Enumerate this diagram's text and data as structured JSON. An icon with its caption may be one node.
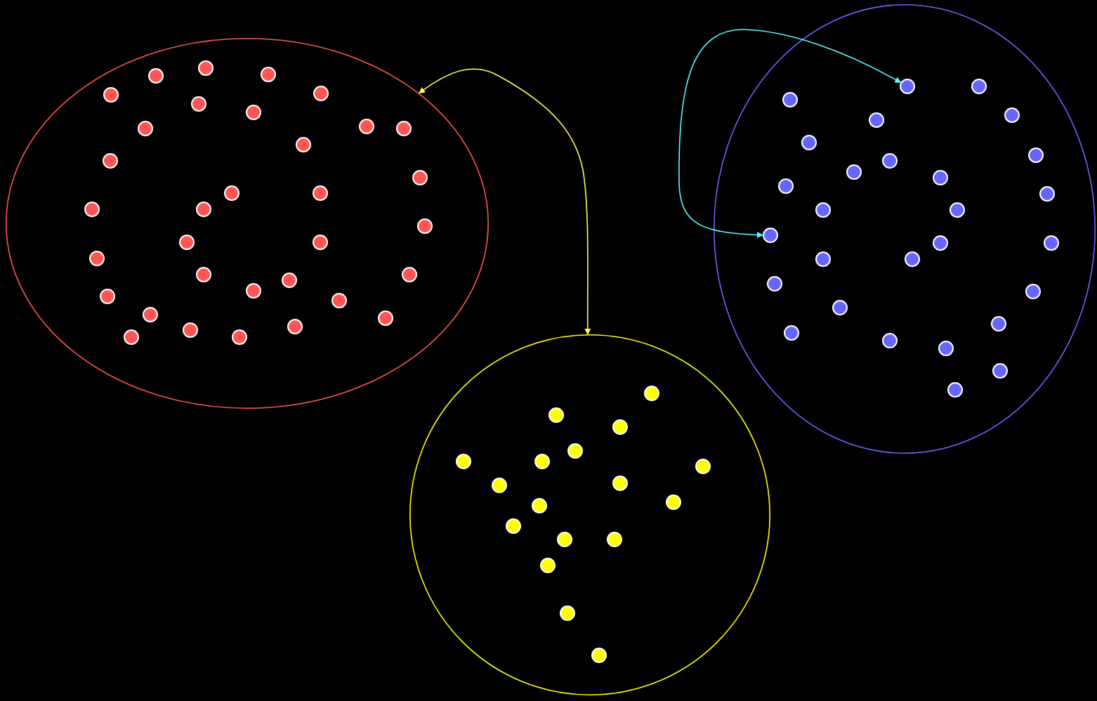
{
  "diagram": {
    "nodes": [
      {
        "text": [],
        "shape": "ellipse"
      },
      {
        "text": [],
        "shape": "circle",
        "in": 0
      },
      {
        "text": [],
        "shape": "circle",
        "in": 0
      },
      {
        "text": [],
        "shape": "circle",
        "in": 0
      },
      {
        "text": [],
        "shape": "circle",
        "in": 0
      },
      {
        "text": [],
        "shape": "circle",
        "in": 0
      },
      {
        "text": [],
        "shape": "circle",
        "in": 0
      },
      {
        "text": [],
        "shape": "circle",
        "in": 0
      },
      {
        "text": [],
        "shape": "circle",
        "in": 0
      },
      {
        "text": [],
        "shape": "circle",
        "in": 0
      },
      {
        "text": [],
        "shape": "circle",
        "in": 0
      },
      {
        "text": [],
        "shape": "circle",
        "in": 0
      },
      {
        "text": [],
        "shape": "circle",
        "in": 0
      },
      {
        "text": [],
        "shape": "circle",
        "in": 0
      },
      {
        "text": [],
        "shape": "circle",
        "in": 0
      },
      {
        "text": [],
        "shape": "circle",
        "in": 0
      },
      {
        "text": [],
        "shape": "circle",
        "in": 0
      },
      {
        "text": [],
        "shape": "circle",
        "in": 0
      },
      {
        "text": [],
        "shape": "circle",
        "in": 0
      },
      {
        "text": [],
        "shape": "circle",
        "in": 0
      },
      {
        "text": [],
        "shape": "circle",
        "in": 0
      },
      {
        "text": [],
        "shape": "circle",
        "in": 0
      },
      {
        "text": [],
        "shape": "circle",
        "in": 0
      },
      {
        "text": [],
        "shape": "circle",
        "in": 0
      },
      {
        "text": [],
        "shape": "circle",
        "in": 0
      },
      {
        "text": [],
        "shape": "circle",
        "in": 0
      },
      {
        "text": [],
        "shape": "circle",
        "in": 0
      },
      {
        "text": [],
        "shape": "circle",
        "in": 0
      },
      {
        "text": [],
        "shape": "circle",
        "in": 0
      },
      {
        "text": [],
        "shape": "circle",
        "in": 0
      },
      {
        "text": [],
        "shape": "circle",
        "in": 0
      },
      {
        "text": [],
        "shape": "circle",
        "in": 0
      },
      {
        "text": [],
        "shape": "circle",
        "in": 0
      },
      {
        "text": [],
        "shape": "circle",
        "in": 0
      },
      {
        "text": [],
        "shape": "circle"
      },
      {
        "text": [],
        "shape": "circle",
        "in": 34
      },
      {
        "text": [],
        "shape": "circle",
        "in": 34
      },
      {
        "text": [],
        "shape": "circle",
        "in": 34
      },
      {
        "text": [],
        "shape": "circle",
        "in": 34
      },
      {
        "text": [],
        "shape": "circle",
        "in": 34
      },
      {
        "text": [],
        "shape": "circle",
        "in": 34
      },
      {
        "text": [],
        "shape": "circle",
        "in": 34
      },
      {
        "text": [],
        "shape": "circle",
        "in": 34
      },
      {
        "text": [],
        "shape": "circle",
        "in": 34
      },
      {
        "text": [],
        "shape": "circle",
        "in": 34
      },
      {
        "text": [],
        "shape": "circle",
        "in": 34
      },
      {
        "text": [],
        "shape": "circle",
        "in": 34
      },
      {
        "text": [],
        "shape": "circle",
        "in": 34
      },
      {
        "text": [],
        "shape": "circle",
        "in": 34
      },
      {
        "text": [],
        "shape": "circle",
        "in": 34
      },
      {
        "text": [],
        "shape": "circle",
        "in": 34
      },
      {
        "text": [],
        "shape": "circle",
        "in": 34
      },
      {
        "text": [],
        "shape": "ellipse"
      },
      {
        "text": [],
        "shape": "circle",
        "in": 52
      },
      {
        "text": [],
        "shape": "circle",
        "in": 52
      },
      {
        "text": [],
        "shape": "circle",
        "in": 52
      },
      {
        "text": [],
        "shape": "circle",
        "in": 52
      },
      {
        "text": [],
        "shape": "circle",
        "in": 52
      },
      {
        "text": [],
        "shape": "circle",
        "in": 52
      },
      {
        "text": [],
        "shape": "circle",
        "in": 52
      },
      {
        "text": [],
        "shape": "circle",
        "in": 52
      },
      {
        "text": [],
        "shape": "circle",
        "in": 52
      },
      {
        "text": [],
        "shape": "circle",
        "in": 52
      },
      {
        "text": [],
        "shape": "circle",
        "in": 52
      },
      {
        "text": [],
        "shape": "circle",
        "in": 52
      },
      {
        "text": [],
        "shape": "circle",
        "in": 52
      },
      {
        "text": [],
        "shape": "circle",
        "in": 52
      },
      {
        "text": [],
        "shape": "circle",
        "in": 52
      },
      {
        "text": [],
        "shape": "circle",
        "in": 52
      },
      {
        "text": [],
        "shape": "circle",
        "in": 52
      },
      {
        "text": [],
        "shape": "circle",
        "in": 52
      },
      {
        "text": [],
        "shape": "circle",
        "in": 52
      },
      {
        "text": [],
        "shape": "circle",
        "in": 52
      },
      {
        "text": [],
        "shape": "circle",
        "in": 52
      },
      {
        "text": [],
        "shape": "circle",
        "in": 52
      },
      {
        "text": [],
        "shape": "circle",
        "in": 52
      },
      {
        "text": [],
        "shape": "circle",
        "in": 52
      },
      {
        "text": [],
        "shape": "circle",
        "in": 52
      },
      {
        "text": [],
        "shape": "circle",
        "in": 52
      },
      {
        "text": [],
        "shape": "circle",
        "in": 52
      },
      {
        "text": [],
        "shape": "circle",
        "in": 52
      }
    ],
    "edges": [
      {
        "from": 0,
        "to": 34,
        "arrow": "both",
        "color": "#ffff55"
      },
      {
        "from": 67,
        "to": 54,
        "arrow": "both",
        "color": "#55ffff"
      }
    ]
  }
}
